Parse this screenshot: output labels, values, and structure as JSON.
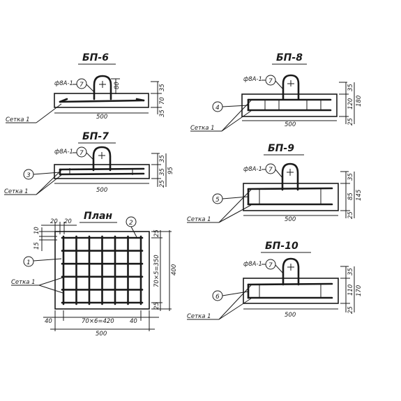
{
  "titles": {
    "bp6": "БП-6",
    "bp8": "БП-8",
    "bp7": "БП-7",
    "bp9": "БП-9",
    "plan": "План",
    "bp10": "БП-10"
  },
  "bp6": {
    "bar_label": "ф8А-1",
    "callout": "7",
    "loop_dim": "80",
    "mesh_label": "Сетка 1",
    "width": "500",
    "dims": [
      "35",
      "70",
      "35"
    ]
  },
  "bp8": {
    "bar_label": "ф8А-1",
    "callout": "7",
    "side_callout": "4",
    "mesh_label": "Сетка 1",
    "width": "500",
    "dims": [
      "35",
      "120",
      "25"
    ],
    "total": "180"
  },
  "bp7": {
    "bar_label": "ф8А-1",
    "callout": "7",
    "side_callout": "3",
    "mesh_label": "Сетка 1",
    "width": "500",
    "dims": [
      "35",
      "35",
      "25"
    ],
    "total": "95"
  },
  "bp9": {
    "bar_label": "ф8А-1",
    "callout": "7",
    "side_callout": "5",
    "mesh_label": "Сетка 1",
    "width": "500",
    "dims": [
      "35",
      "85",
      "25"
    ],
    "total": "145"
  },
  "plan": {
    "top_dims": [
      "20",
      "20"
    ],
    "left_dims": [
      "10",
      "15"
    ],
    "callout_top": "2",
    "callout_left": "1",
    "mesh_label": "Сетка 1",
    "right_dims": [
      "25",
      "70×5=350",
      "25"
    ],
    "right_total": "400",
    "bottom_dims": [
      "40",
      "70×6=420",
      "40"
    ],
    "bottom_total": "500"
  },
  "bp10": {
    "bar_label": "ф8А-1",
    "callout": "7",
    "side_callout": "6",
    "mesh_label": "Сетка 1",
    "width": "500",
    "dims": [
      "35",
      "110",
      "25"
    ],
    "total": "170"
  }
}
